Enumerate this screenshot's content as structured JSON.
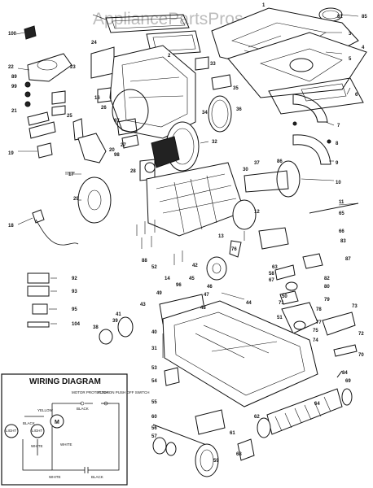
{
  "watermark": "AppliancePartsPros.com",
  "wiring": {
    "title": "WIRING DIAGRAM",
    "labels": {
      "motor_protector": "MOTOR PROTECTOR",
      "push_on_switch": "PUSH ON PUSH OFF SWITCH",
      "black_top": "BLACK",
      "yellow": "YELLOW",
      "black_left": "BLACK",
      "white_mid": "WHITE",
      "white_right": "WHITE",
      "white_bottom": "WHITE",
      "black_bottom": "BLACK",
      "motor": "M",
      "light_left": "LIGHT",
      "light_right": "LIGHT"
    }
  },
  "callouts": [
    "100",
    "1",
    "2",
    "3",
    "4",
    "5",
    "6",
    "7",
    "8",
    "9",
    "10",
    "11",
    "12",
    "13",
    "14",
    "16",
    "17",
    "18",
    "19",
    "20",
    "21",
    "22",
    "23",
    "24",
    "25",
    "26",
    "27",
    "28",
    "29",
    "30",
    "31",
    "32",
    "33",
    "34",
    "35",
    "36",
    "37",
    "38",
    "39",
    "40",
    "41",
    "42",
    "43",
    "44",
    "45",
    "46",
    "47",
    "48",
    "49",
    "50",
    "51",
    "52",
    "53",
    "54",
    "55",
    "56",
    "57",
    "58",
    "59",
    "60",
    "61",
    "62",
    "63",
    "64",
    "65",
    "66",
    "67",
    "68",
    "69",
    "70",
    "71",
    "72",
    "73",
    "74",
    "75",
    "76",
    "77",
    "78",
    "79",
    "80",
    "81",
    "82",
    "83",
    "84",
    "85",
    "86",
    "87",
    "88",
    "89",
    "92",
    "93",
    "95",
    "96",
    "97",
    "98",
    "99",
    "104"
  ],
  "colors": {
    "line": "#111111",
    "watermark": "#bcbcbc",
    "background": "#ffffff"
  }
}
